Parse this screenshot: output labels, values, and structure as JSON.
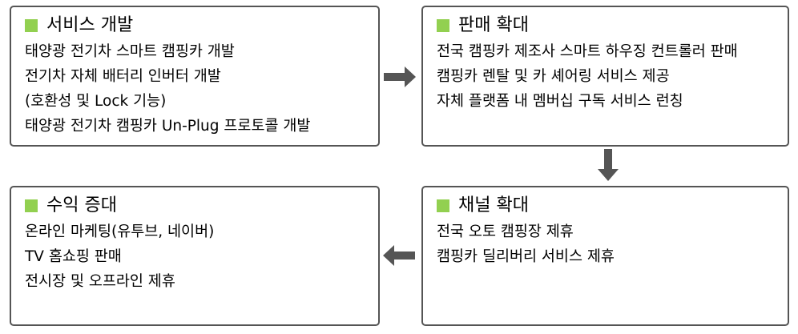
{
  "boxes": {
    "service": {
      "title": "서비스 개발",
      "lines": [
        "태양광 전기차 스마트 캠핑카 개발",
        "전기차 자체 배터리 인버터 개발",
        "(호환성 및 Lock 기능)",
        "태양광 전기차 캠핑카 Un-Plug 프로토콜 개발"
      ]
    },
    "sales": {
      "title": "판매 확대",
      "lines": [
        "전국 캠핑카 제조사 스마트 하우징 컨트롤러 판매",
        "캠핑카 렌탈 및 카 셰어링 서비스 제공",
        "자체 플랫폼 내 멤버십 구독 서비스 런칭"
      ]
    },
    "channel": {
      "title": "채널 확대",
      "lines": [
        "전국 오토 캠핑장 제휴",
        "캠핑카 딜리버리 서비스 제휴"
      ]
    },
    "revenue": {
      "title": "수익 증대",
      "lines": [
        "온라인 마케팅(유투브, 네이버)",
        "TV 홈쇼핑 판매",
        "전시장 및 오프라인 제휴"
      ]
    }
  },
  "colors": {
    "bullet": "#92d050",
    "arrow": "#555555",
    "border": "#555555"
  }
}
